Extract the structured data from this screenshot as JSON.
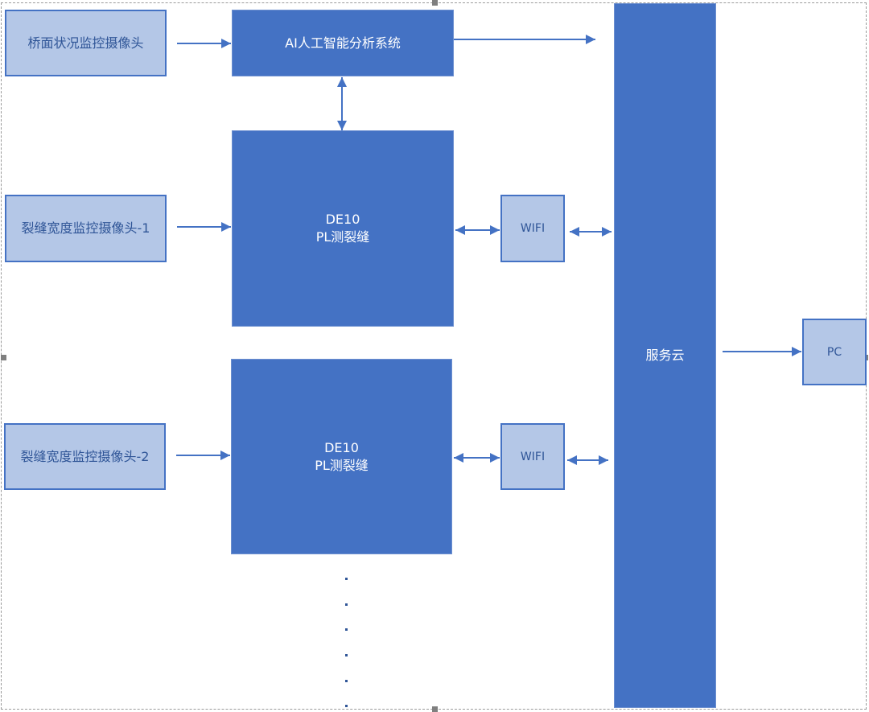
{
  "nodes": {
    "bridge_camera": "桥面状况监控摄像头",
    "ai_system": "AI人工智能分析系统",
    "crack_camera_1": "裂缝宽度监控摄像头-1",
    "crack_camera_2": "裂缝宽度监控摄像头-2",
    "de10_1": "DE10\nPL测裂缝",
    "de10_2": "DE10\nPL测裂缝",
    "wifi_1": "WIFI",
    "wifi_2": "WIFI",
    "service_cloud": "服务云",
    "pc": "PC"
  },
  "colors": {
    "dark_fill": "#4472c4",
    "light_fill": "#b4c7e7",
    "line": "#4472c4"
  }
}
